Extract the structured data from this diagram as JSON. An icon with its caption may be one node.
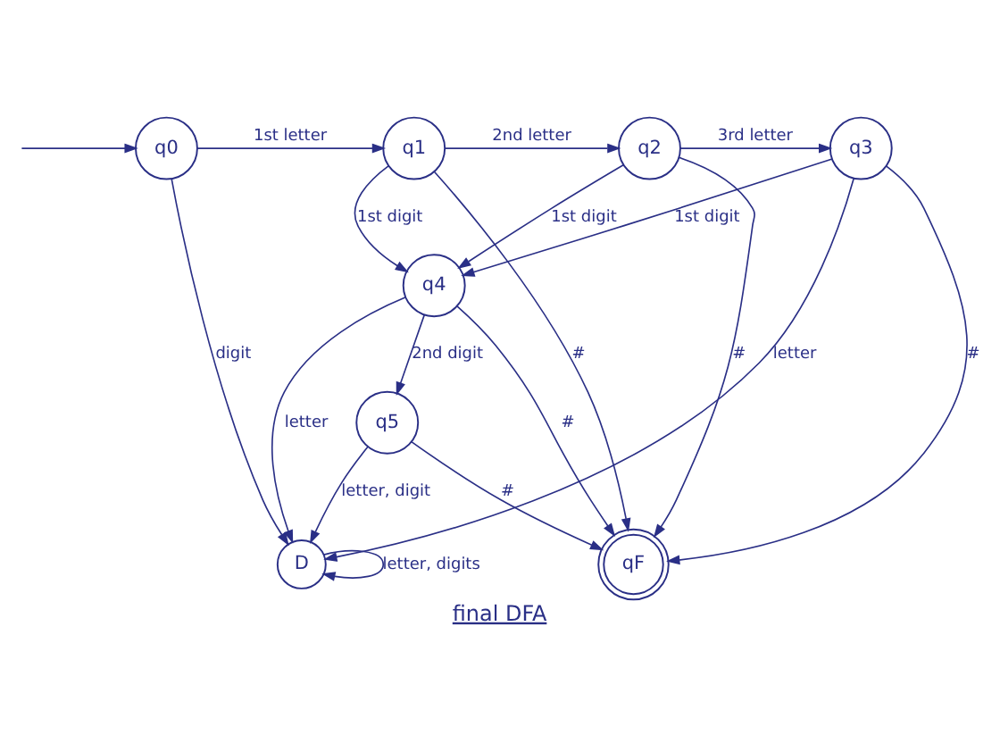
{
  "diagram": {
    "caption": "final DFA",
    "nodes": [
      {
        "text": [
          "q0"
        ]
      },
      {
        "text": [
          "q1"
        ]
      },
      {
        "text": [
          "q2"
        ]
      },
      {
        "text": [
          "q3"
        ]
      },
      {
        "text": [
          "q4"
        ]
      },
      {
        "text": [
          "q5"
        ]
      },
      {
        "text": [
          "qF"
        ]
      },
      {
        "text": [
          "D"
        ]
      }
    ],
    "edges": [
      {
        "from": null,
        "to": 0,
        "arrow": "to"
      },
      {
        "from": 0,
        "to": 1,
        "arrow": "to",
        "label": "1st letter"
      },
      {
        "from": 1,
        "to": 2,
        "arrow": "to",
        "label": "2nd letter"
      },
      {
        "from": 2,
        "to": 3,
        "arrow": "to",
        "label": "3rd letter"
      },
      {
        "from": 0,
        "to": 7,
        "arrow": "to",
        "label": "digit"
      },
      {
        "from": 1,
        "to": 4,
        "arrow": "to",
        "label": "1st digit"
      },
      {
        "from": 2,
        "to": 4,
        "arrow": "to",
        "label": "1st digit"
      },
      {
        "from": 3,
        "to": 4,
        "arrow": "to",
        "label": "1st digit"
      },
      {
        "from": 1,
        "to": 6,
        "arrow": "to",
        "label": "#"
      },
      {
        "from": 4,
        "to": 5,
        "arrow": "to",
        "label": "2nd digit"
      },
      {
        "from": 4,
        "to": 6,
        "arrow": "to",
        "label": "#"
      },
      {
        "from": 5,
        "to": 6,
        "arrow": "to",
        "label": "#"
      },
      {
        "from": 2,
        "to": 6,
        "arrow": "to",
        "label": "#"
      },
      {
        "from": 3,
        "to": 6,
        "arrow": "to",
        "label": "#"
      },
      {
        "from": 5,
        "to": 7,
        "arrow": "to",
        "label": "letter, digit"
      },
      {
        "from": 4,
        "to": 7,
        "arrow": "to",
        "label": "letter"
      },
      {
        "from": 3,
        "to": 7,
        "arrow": "to",
        "label": "letter"
      },
      {
        "from": 7,
        "to": 7,
        "arrow": "to",
        "label": "letter, digits"
      }
    ]
  }
}
